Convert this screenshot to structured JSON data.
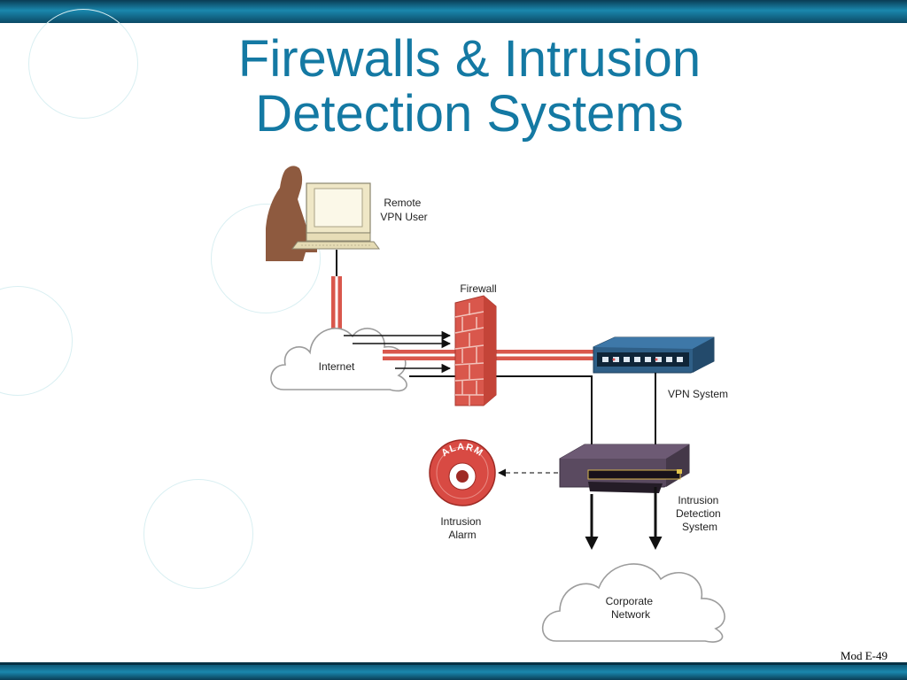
{
  "slide": {
    "title_line1": "Firewalls & Intrusion",
    "title_line2": "Detection Systems",
    "footer": "Mod E-49"
  },
  "diagram": {
    "remote_user": [
      "Remote",
      "VPN User"
    ],
    "firewall": "Firewall",
    "internet": "Internet",
    "vpn_system": "VPN System",
    "alarm_badge": "ALARM",
    "intrusion_alarm": [
      "Intrusion",
      "Alarm"
    ],
    "ids": [
      "Intrusion",
      "Detection",
      "System"
    ],
    "corporate_network": [
      "Corporate",
      "Network"
    ]
  },
  "colors": {
    "title": "#1479a3",
    "header_bar": "#1a87ad",
    "brick": "#d9574c",
    "alarm": "#d84a43",
    "device_blue": "#2f5f87",
    "device_purple": "#5a4a60"
  }
}
